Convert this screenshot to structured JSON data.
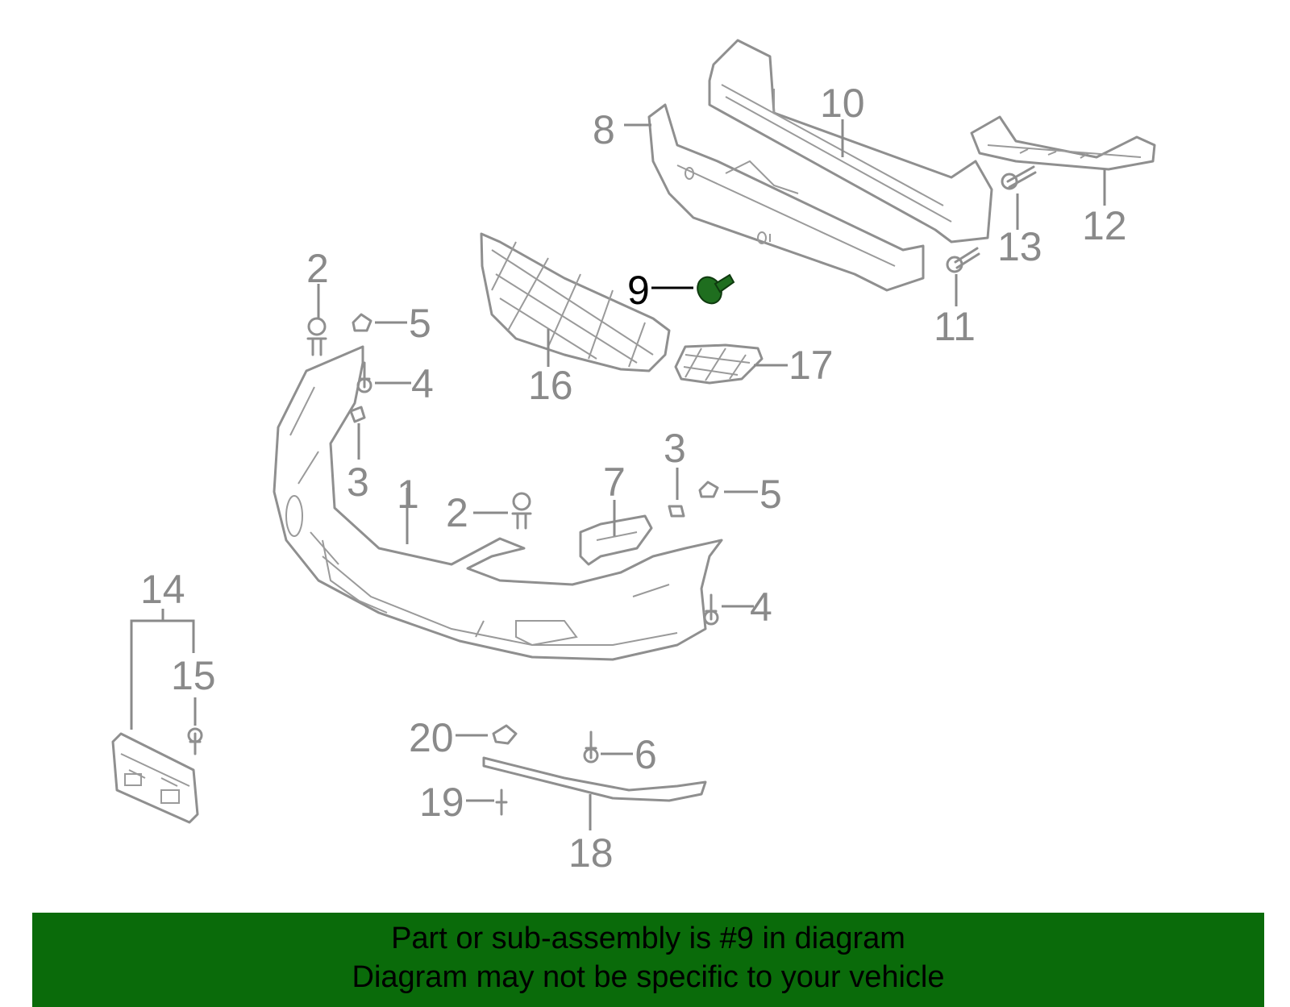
{
  "callouts": [
    {
      "id": "1",
      "label": "1"
    },
    {
      "id": "2a",
      "label": "2"
    },
    {
      "id": "2b",
      "label": "2"
    },
    {
      "id": "3a",
      "label": "3"
    },
    {
      "id": "3b",
      "label": "3"
    },
    {
      "id": "4a",
      "label": "4"
    },
    {
      "id": "4b",
      "label": "4"
    },
    {
      "id": "5a",
      "label": "5"
    },
    {
      "id": "5b",
      "label": "5"
    },
    {
      "id": "6",
      "label": "6"
    },
    {
      "id": "7",
      "label": "7"
    },
    {
      "id": "8",
      "label": "8"
    },
    {
      "id": "9",
      "label": "9",
      "highlighted": true
    },
    {
      "id": "10",
      "label": "10"
    },
    {
      "id": "11",
      "label": "11"
    },
    {
      "id": "12",
      "label": "12"
    },
    {
      "id": "13",
      "label": "13"
    },
    {
      "id": "14",
      "label": "14"
    },
    {
      "id": "15",
      "label": "15"
    },
    {
      "id": "16",
      "label": "16"
    },
    {
      "id": "17",
      "label": "17"
    },
    {
      "id": "18",
      "label": "18"
    },
    {
      "id": "19",
      "label": "19"
    },
    {
      "id": "20",
      "label": "20"
    }
  ],
  "banner": {
    "line1": "Part or sub-assembly is #9 in diagram",
    "line2": "Diagram may not be specific to your vehicle"
  },
  "colors": {
    "banner_bg": "#0a6b0a",
    "highlight_part": "#1f6e1f",
    "part_line": "#8f8f8f",
    "callout_text": "#8a8a8a"
  }
}
